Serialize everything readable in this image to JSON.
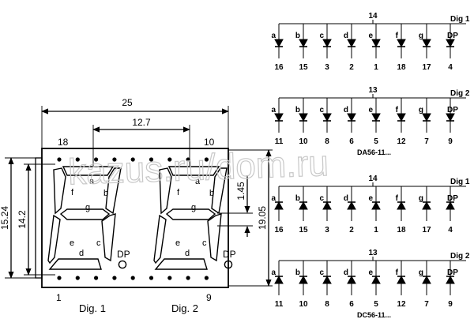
{
  "package": {
    "dim_width": "25",
    "dim_pitch": "12.7",
    "dim_height_outer": "15.24",
    "dim_height_digit": "14.2",
    "dim_seg_width": "1.45",
    "dim_height_right": "19.05",
    "pin_top_left": "18",
    "pin_top_right": "10",
    "pin_bottom_left": "1",
    "pin_bottom_right": "9",
    "digit1_label": "Dig. 1",
    "digit2_label": "Dig. 2",
    "seg_labels": [
      "a",
      "b",
      "c",
      "d",
      "e",
      "f",
      "g"
    ],
    "dp_label": "DP"
  },
  "watermark": "kazus.ru/dom.ru",
  "schematics": [
    {
      "common_pin": "14",
      "digit": "Dig 1",
      "segments": [
        "a",
        "b",
        "c",
        "d",
        "e",
        "f",
        "g",
        "DP"
      ],
      "pins": [
        "16",
        "15",
        "3",
        "2",
        "1",
        "18",
        "17",
        "4"
      ],
      "direction": "down",
      "part": ""
    },
    {
      "common_pin": "13",
      "digit": "Dig 2",
      "segments": [
        "a",
        "b",
        "c",
        "d",
        "e",
        "f",
        "g",
        "DP"
      ],
      "pins": [
        "11",
        "10",
        "8",
        "6",
        "5",
        "12",
        "7",
        "9"
      ],
      "direction": "down",
      "part": "DA56-11..."
    },
    {
      "common_pin": "14",
      "digit": "Dig 1",
      "segments": [
        "a",
        "b",
        "c",
        "d",
        "e",
        "f",
        "g",
        "DP"
      ],
      "pins": [
        "16",
        "15",
        "3",
        "2",
        "1",
        "18",
        "17",
        "4"
      ],
      "direction": "up",
      "part": ""
    },
    {
      "common_pin": "13",
      "digit": "Dig 2",
      "segments": [
        "a",
        "b",
        "c",
        "d",
        "e",
        "f",
        "g",
        "DP"
      ],
      "pins": [
        "11",
        "10",
        "8",
        "6",
        "5",
        "12",
        "7",
        "9"
      ],
      "direction": "up",
      "part": "DC56-11..."
    }
  ]
}
